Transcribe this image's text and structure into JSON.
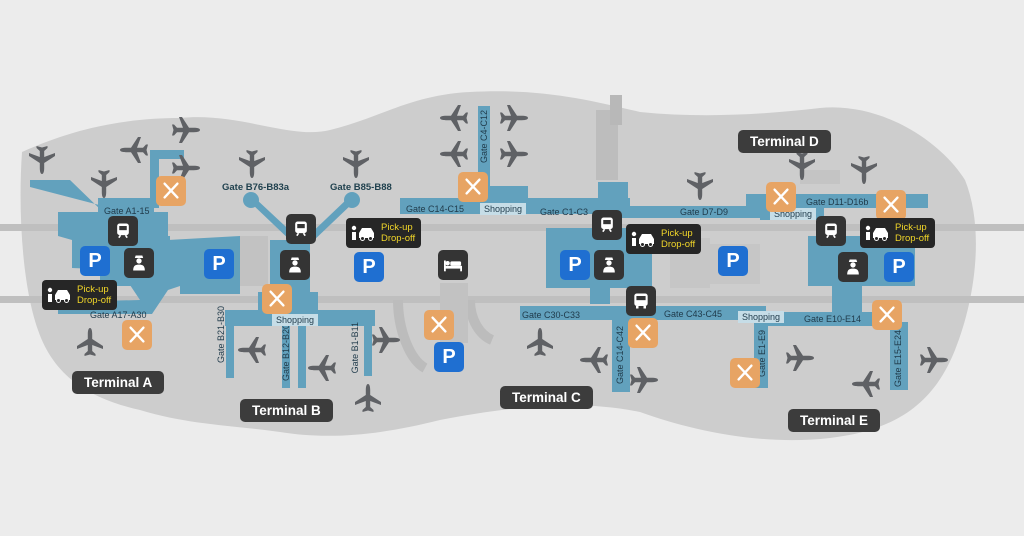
{
  "terminals": {
    "a": "Terminal A",
    "b": "Terminal B",
    "c": "Terminal C",
    "d": "Terminal D",
    "e": "Terminal E"
  },
  "gates": {
    "a1": "Gate A1-15",
    "a17": "Gate A17-A30",
    "b76": "Gate B76-B83a",
    "b85": "Gate B85-B88",
    "b21": "Gate B21-B30",
    "b12": "Gate B12-B20",
    "b1": "Gate B1-B11",
    "c4": "Gate C4-C12",
    "c14c15": "Gate C14-C15",
    "c1": "Gate C1-C3",
    "c30": "Gate C30-C33",
    "c14c42": "Gate C14-C42",
    "c43": "Gate C43-C45",
    "d7": "Gate D7-D9",
    "d11": "Gate D11-D16b",
    "e10": "Gate E10-E14",
    "e1": "Gate E1-E9",
    "e15": "Gate E15-E24"
  },
  "labels": {
    "shopping": "Shopping",
    "pickup": "Pick-up",
    "dropoff": "Drop-off",
    "parking": "P"
  },
  "colors": {
    "concourse": "#62a1bd",
    "road": "#cfcfcf",
    "campus": "#cdcdcd",
    "background": "#ececec",
    "food": "#e7a464",
    "parking": "#1f6fd1",
    "dark_badge": "#343434",
    "pickup_text": "#f1d629"
  },
  "icons": {
    "plane": "plane-icon",
    "train": "train-icon",
    "bus": "bus-icon",
    "security": "security-officer-icon",
    "car": "car-icon",
    "food": "fork-knife-icon",
    "hotel": "hotel-bed-icon"
  }
}
